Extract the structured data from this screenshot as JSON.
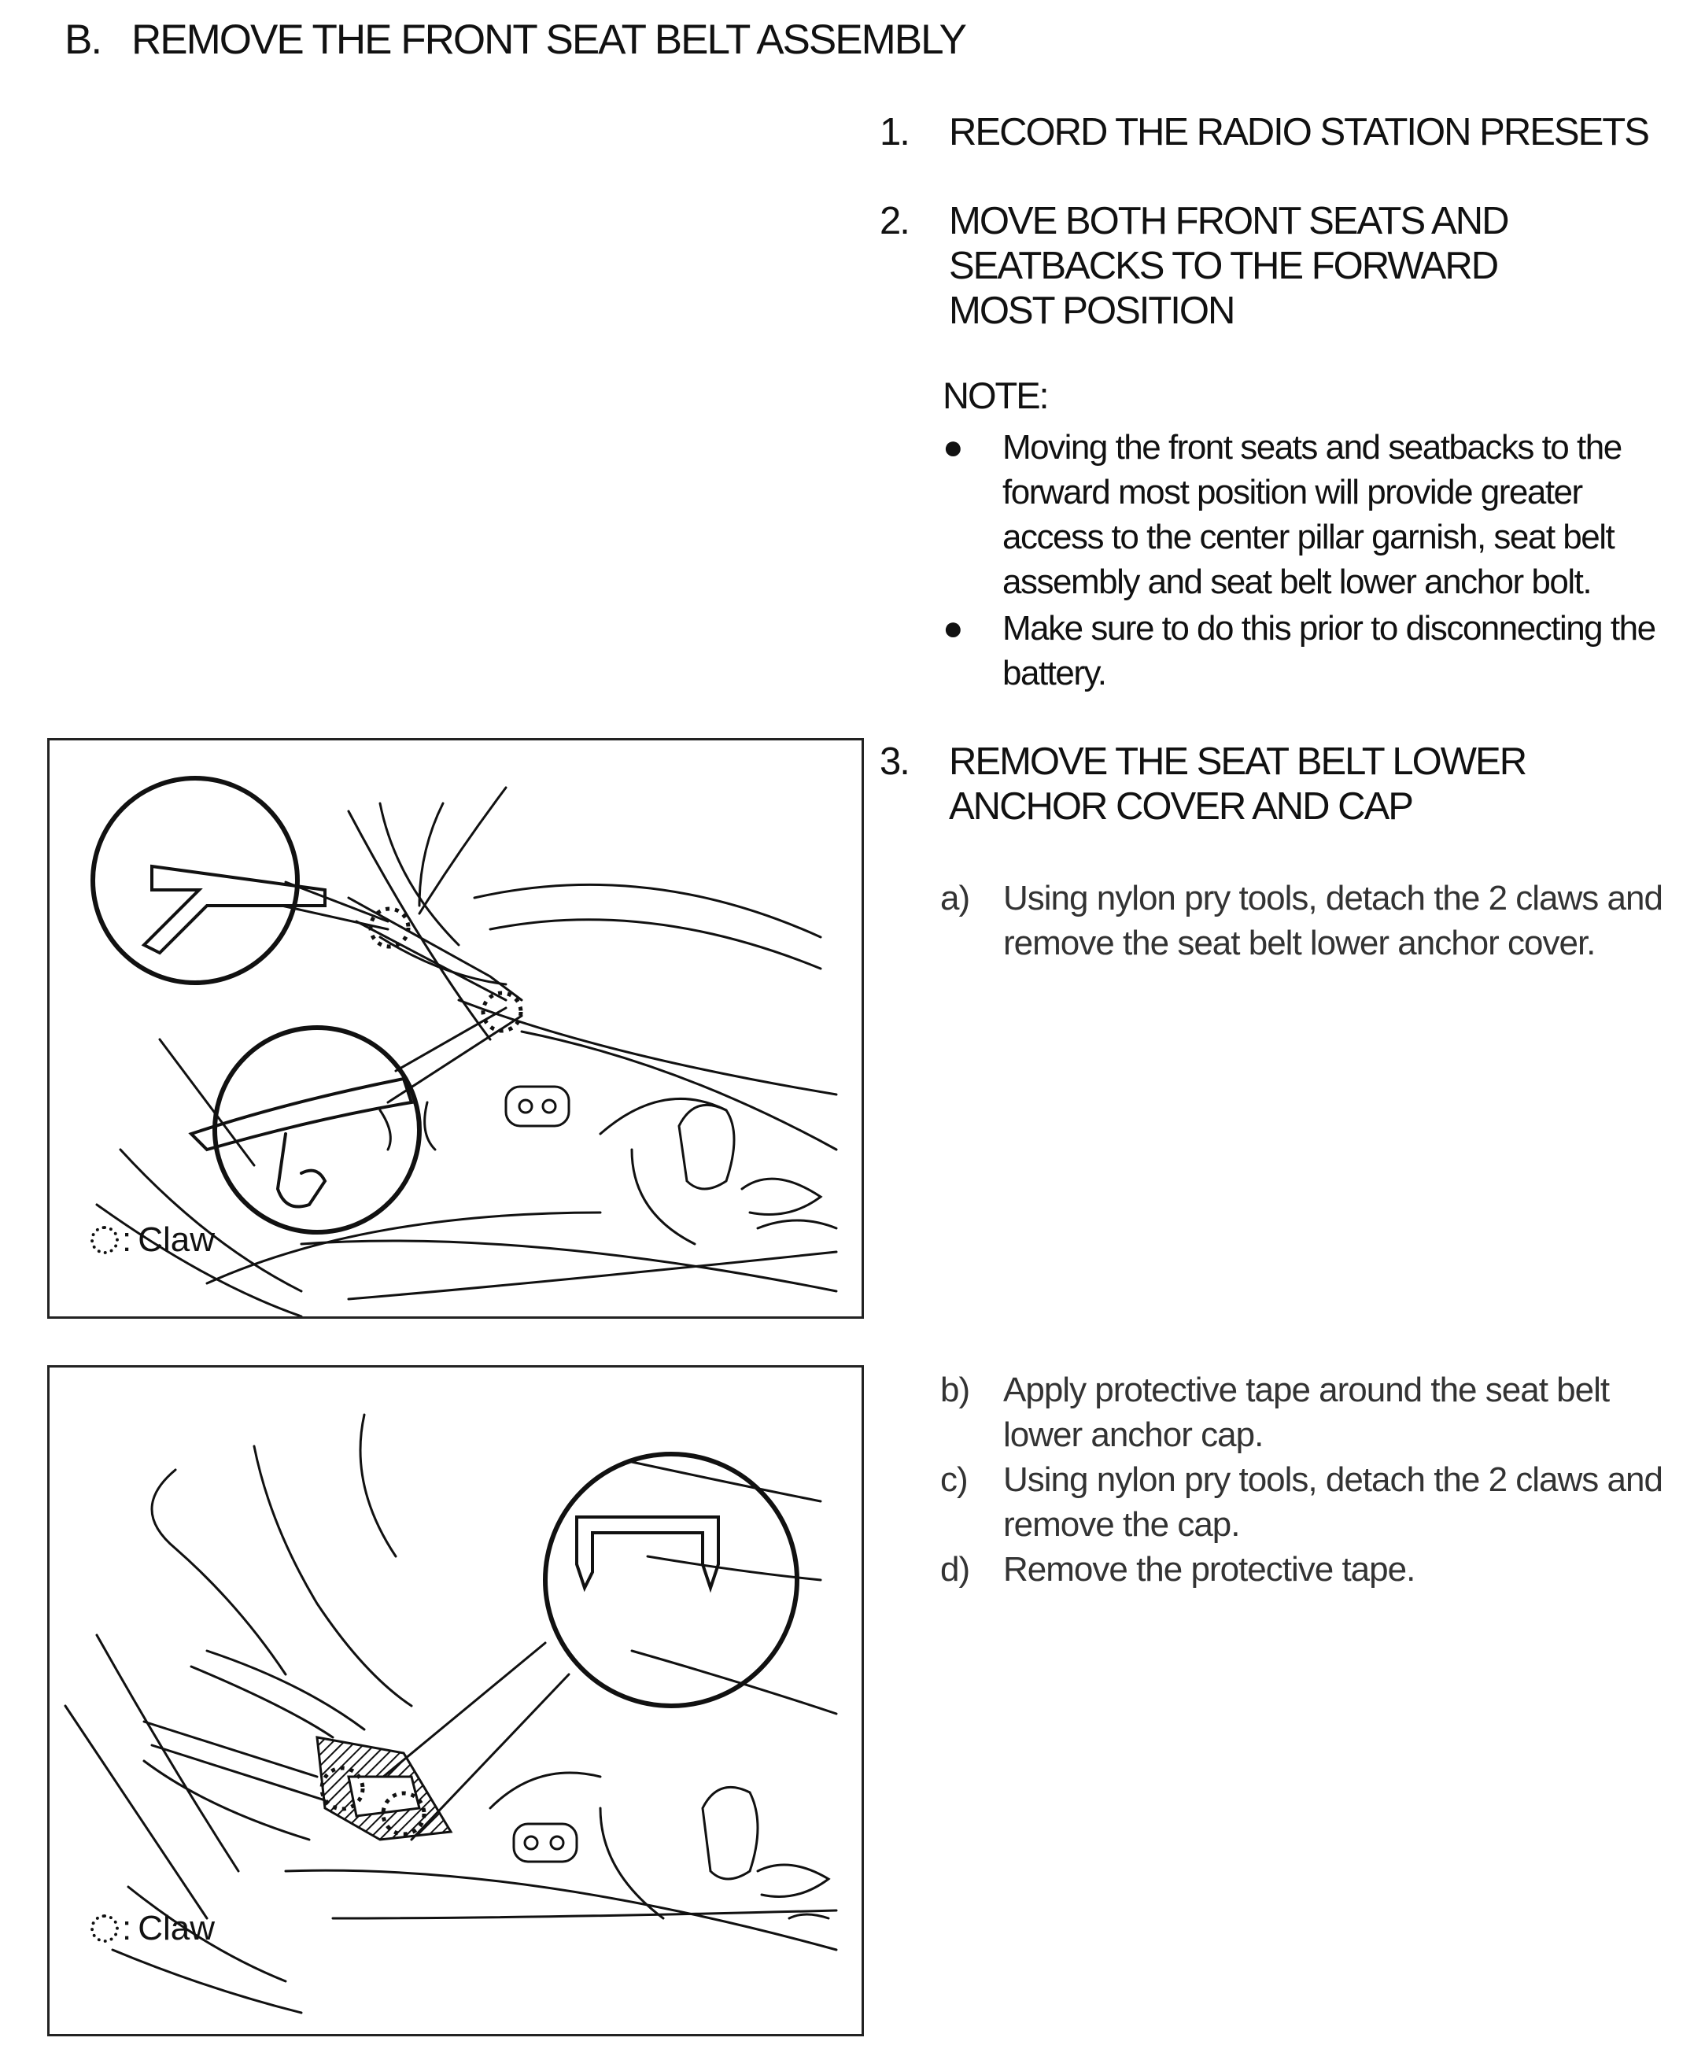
{
  "section": {
    "letter": "B.",
    "title": "REMOVE THE FRONT SEAT BELT ASSEMBLY"
  },
  "steps": [
    {
      "num": "1.",
      "text": "RECORD THE RADIO STATION PRESETS"
    },
    {
      "num": "2.",
      "text": "MOVE BOTH FRONT SEATS AND SEATBACKS TO THE FORWARD MOST POSITION"
    },
    {
      "num": "3.",
      "text": "REMOVE THE SEAT BELT LOWER ANCHOR COVER AND CAP"
    }
  ],
  "note": {
    "heading": "NOTE:",
    "bullets": [
      "Moving the front seats and seatbacks to the forward most position will provide greater access to the center pillar garnish, seat belt assembly and seat belt lower anchor bolt.",
      "Make sure to do this prior to disconnecting the battery."
    ]
  },
  "substeps": [
    {
      "label": "a)",
      "text": "Using nylon pry tools, detach the 2 claws and remove the seat belt lower anchor cover."
    },
    {
      "label": "b)",
      "text": "Apply protective tape around the seat belt lower anchor cap."
    },
    {
      "label": "c)",
      "text": "Using nylon pry tools, detach the 2 claws and remove the cap."
    },
    {
      "label": "d)",
      "text": "Remove the protective tape."
    }
  ],
  "figures": [
    {
      "legend_symbol": ":",
      "legend_text": "Claw",
      "icon": "dotted-circle-icon"
    },
    {
      "legend_symbol": ":",
      "legend_text": "Claw",
      "icon": "dotted-circle-icon"
    }
  ]
}
